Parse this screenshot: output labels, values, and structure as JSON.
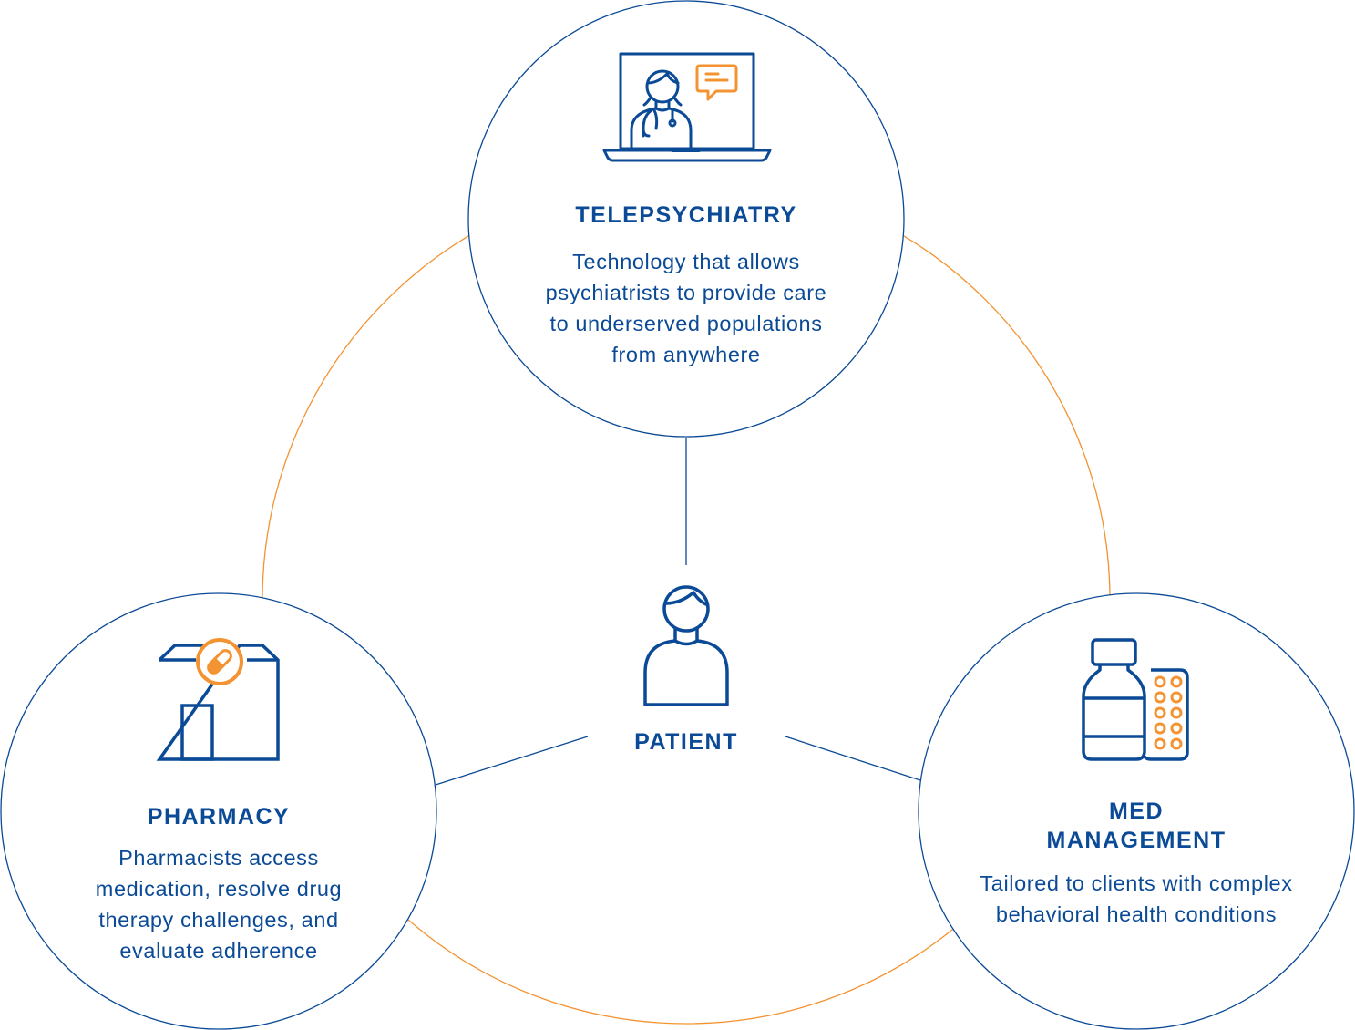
{
  "colors": {
    "primary_blue": "#0b4a96",
    "accent_orange": "#f39331",
    "background": "#ffffff"
  },
  "center": {
    "label": "PATIENT",
    "icon": "person-icon"
  },
  "nodes": [
    {
      "id": "telepsychiatry",
      "title": "TELEPSYCHIATRY",
      "description": "Technology that allows psychiatrists to provide care to underserved populations from anywhere",
      "icon": "laptop-doctor-icon"
    },
    {
      "id": "pharmacy",
      "title": "PHARMACY",
      "description": "Pharmacists access medication, resolve drug therapy challenges, and evaluate adherence",
      "icon": "pharmacy-building-icon"
    },
    {
      "id": "med-management",
      "title_line1": "MED",
      "title_line2": "MANAGEMENT",
      "description": "Tailored to clients with complex behavioral health conditions",
      "icon": "pill-bottle-icon"
    }
  ]
}
